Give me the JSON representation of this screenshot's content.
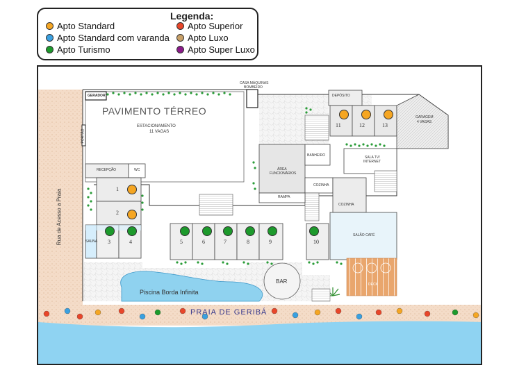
{
  "legend": {
    "title": "Legenda:",
    "items": [
      {
        "label": "Apto Standard",
        "color": "#f5a623"
      },
      {
        "label": "Apto Superior",
        "color": "#e8462a"
      },
      {
        "label": "Apto Standard com varanda",
        "color": "#3aa0e0"
      },
      {
        "label": "Apto Luxo",
        "color": "#c8a068"
      },
      {
        "label": "Apto Turismo",
        "color": "#1d9a2c"
      },
      {
        "label": "Apto Super Luxo",
        "color": "#8b1a8a"
      }
    ]
  },
  "map": {
    "title": "PAVIMENTO TÉRREO",
    "street": "Rua de Acesso a Praia",
    "beach": "PRAIA DE GERIBÁ",
    "pool": "Piscina Borda Infinita",
    "bar": "BAR",
    "labels": {
      "gerador": "GERADOR",
      "casa_maquinas": "CASA MÁQUINAS",
      "bombeiro": "BOMBEIRO",
      "estacionamento": "ESTACIONAMENTO",
      "vagas": "11 VAGAS",
      "portao": "PORTÃO",
      "recepcao": "RECEPÇÃO",
      "wc": "WC",
      "sauna": "SAUNA",
      "deposito": "DEPÓSITO",
      "garagem": "GARAGEM",
      "garagem_vagas": "4 VAGAS",
      "banheiro": "BANHEIRO",
      "area": "ÁREA",
      "funcionarios": "FUNCIONÁRIOS",
      "sala_tv": "SALA TV/",
      "internet": "INTERNET",
      "cozinha_top": "COZINHA",
      "cozinha": "COZINHA",
      "rampa": "RAMPA",
      "salao_cafe": "SALÃO CAFÉ",
      "deck": "DECK"
    },
    "apartments": [
      {
        "number": "1",
        "type": "Apto Standard"
      },
      {
        "number": "2",
        "type": "Apto Standard"
      },
      {
        "number": "3",
        "type": "Apto Turismo"
      },
      {
        "number": "4",
        "type": "Apto Turismo"
      },
      {
        "number": "5",
        "type": "Apto Turismo"
      },
      {
        "number": "6",
        "type": "Apto Turismo"
      },
      {
        "number": "7",
        "type": "Apto Turismo"
      },
      {
        "number": "8",
        "type": "Apto Turismo"
      },
      {
        "number": "9",
        "type": "Apto Turismo"
      },
      {
        "number": "10",
        "type": "Apto Turismo"
      },
      {
        "number": "11",
        "type": "Apto Standard"
      },
      {
        "number": "12",
        "type": "Apto Standard"
      },
      {
        "number": "13",
        "type": "Apto Standard"
      }
    ]
  }
}
